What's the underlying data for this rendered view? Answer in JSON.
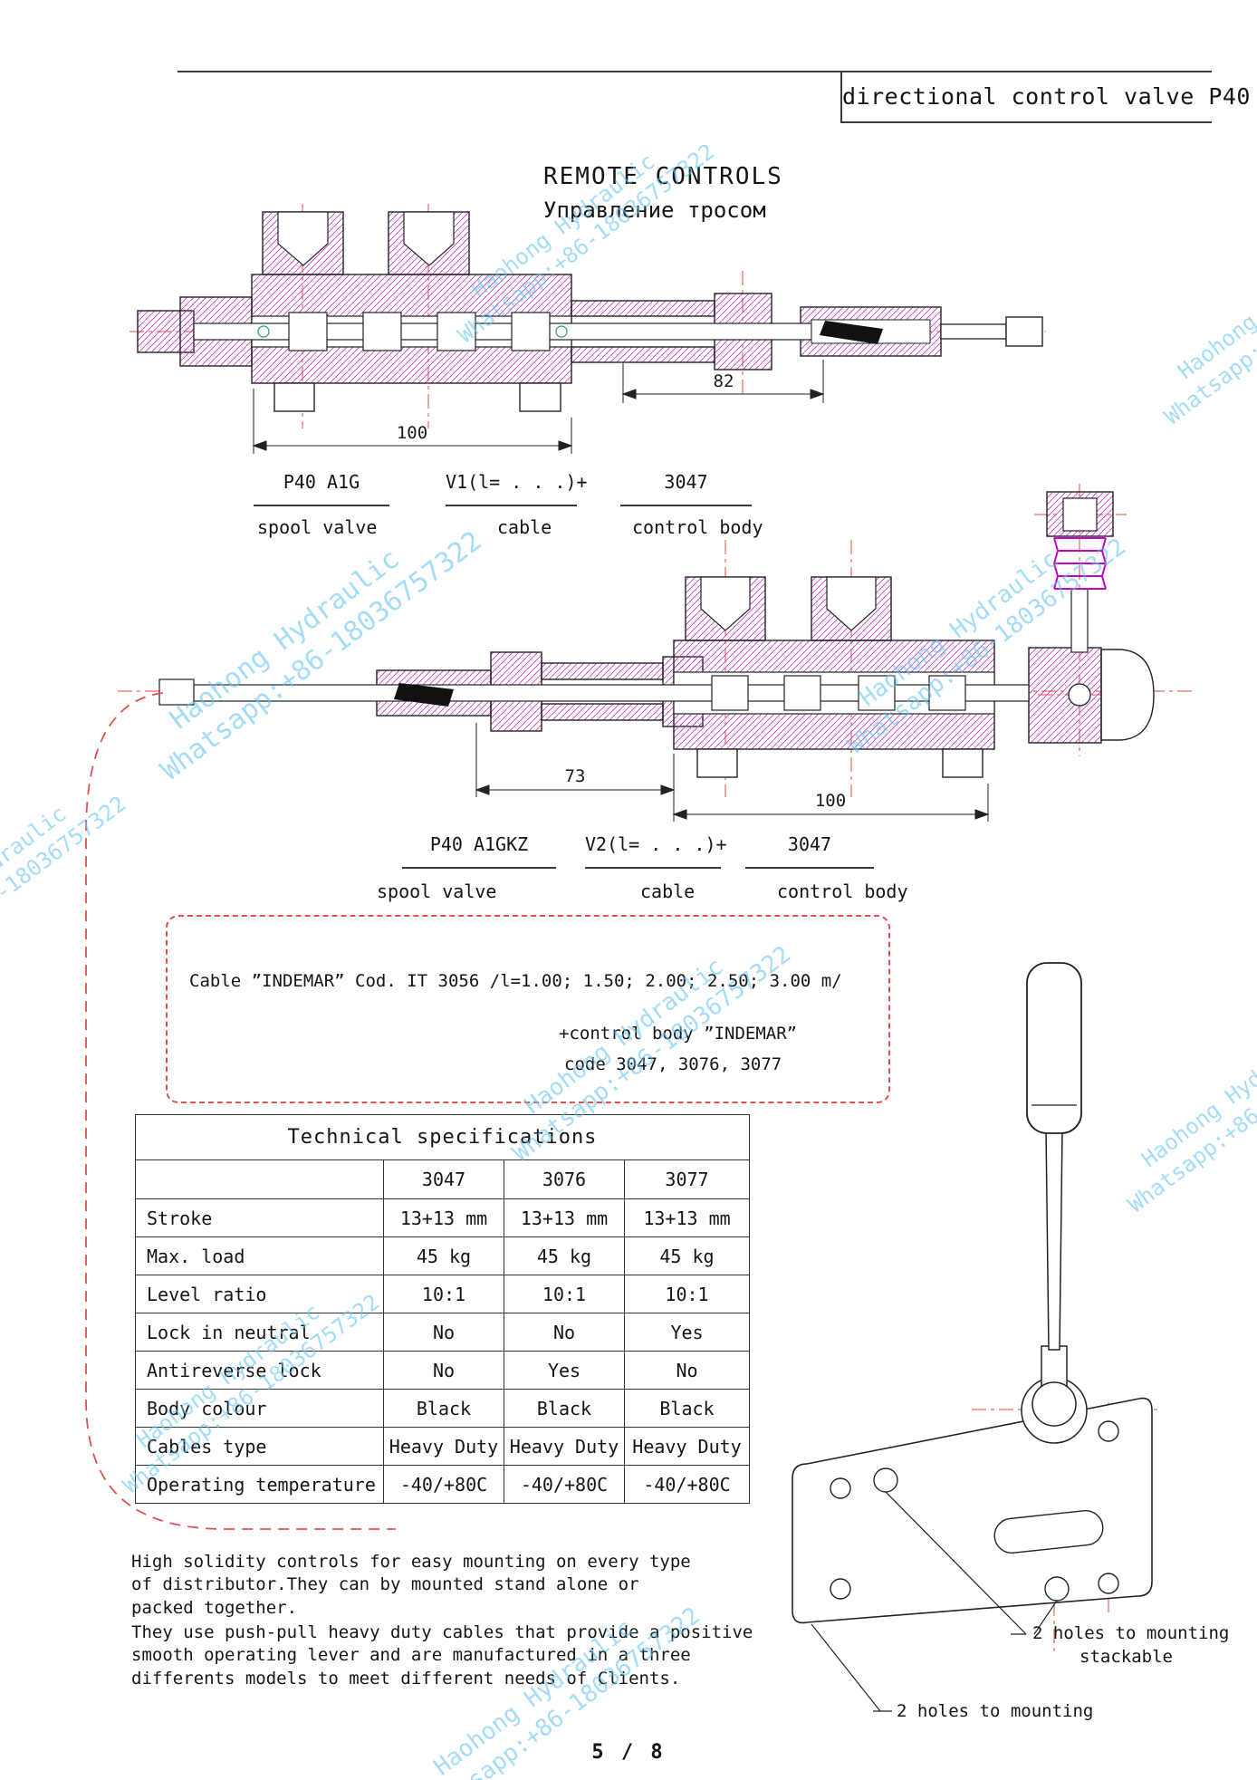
{
  "page": {
    "header": "directional control valve P40",
    "title": "REMOTE CONTROLS",
    "subtitle": "Управление тросом",
    "page_number": "5 / 8"
  },
  "watermark": {
    "line1": "Haohong Hydraulic",
    "line2": "Whatsapp:+86-18036757322"
  },
  "colors": {
    "hatch_magenta": "#c93ac9",
    "centerline_red": "#e24a3b",
    "note_red": "#e05050",
    "watermark_blue": "#64c3f2"
  },
  "drawing1": {
    "dims": {
      "cable": "82",
      "valve": "100"
    },
    "codes": [
      "P40 A1G",
      "V1(l= . . .)+",
      "3047"
    ],
    "descs": [
      "spool valve",
      "cable",
      "control body"
    ]
  },
  "drawing2": {
    "dims": {
      "cable": "73",
      "valve": "100"
    },
    "codes": [
      "P40 A1GKZ",
      "V2(l= . . .)+",
      "3047"
    ],
    "descs": [
      "spool valve",
      "cable",
      "control body"
    ]
  },
  "cable_note": {
    "line1": "Cable ”INDEMAR” Cod. IT 3056 /l=1.00; 1.50; 2.00; 2.50; 3.00 m/",
    "line2": "+control body ”INDEMAR”",
    "line3": "code 3047, 3076, 3077"
  },
  "spec_table": {
    "title": "Technical specifications",
    "columns": [
      "",
      "3047",
      "3076",
      "3077"
    ],
    "rows": [
      {
        "label": "Stroke",
        "values": [
          "13+13 mm",
          "13+13 mm",
          "13+13 mm"
        ]
      },
      {
        "label": "Max. load",
        "values": [
          "45 kg",
          "45 kg",
          "45 kg"
        ]
      },
      {
        "label": "Level ratio",
        "values": [
          "10:1",
          "10:1",
          "10:1"
        ]
      },
      {
        "label": "Lock in neutral",
        "values": [
          "No",
          "No",
          "Yes"
        ]
      },
      {
        "label": "Antireverse lock",
        "values": [
          "No",
          "Yes",
          "No"
        ]
      },
      {
        "label": "Body colour",
        "values": [
          "Black",
          "Black",
          "Black"
        ]
      },
      {
        "label": "Cables type",
        "values": [
          "Heavy Duty",
          "Heavy Duty",
          "Heavy Duty"
        ]
      },
      {
        "label": "Operating temperature",
        "values": [
          "-40/+80C",
          "-40/+80C",
          "-40/+80C"
        ]
      }
    ]
  },
  "description": {
    "para1": "High solidity controls for easy mounting on every type\nof distributor.They can by mounted stand alone or\npacked together.",
    "para2": "They use push-pull heavy duty cables that provide a positive\nsmooth operating lever and are manufactured in a three\ndifferents models to meet different needs of Clients."
  },
  "lever": {
    "note1_line1": "2 holes to mounting",
    "note1_line2": "stackable",
    "note2": "2 holes to mounting"
  }
}
